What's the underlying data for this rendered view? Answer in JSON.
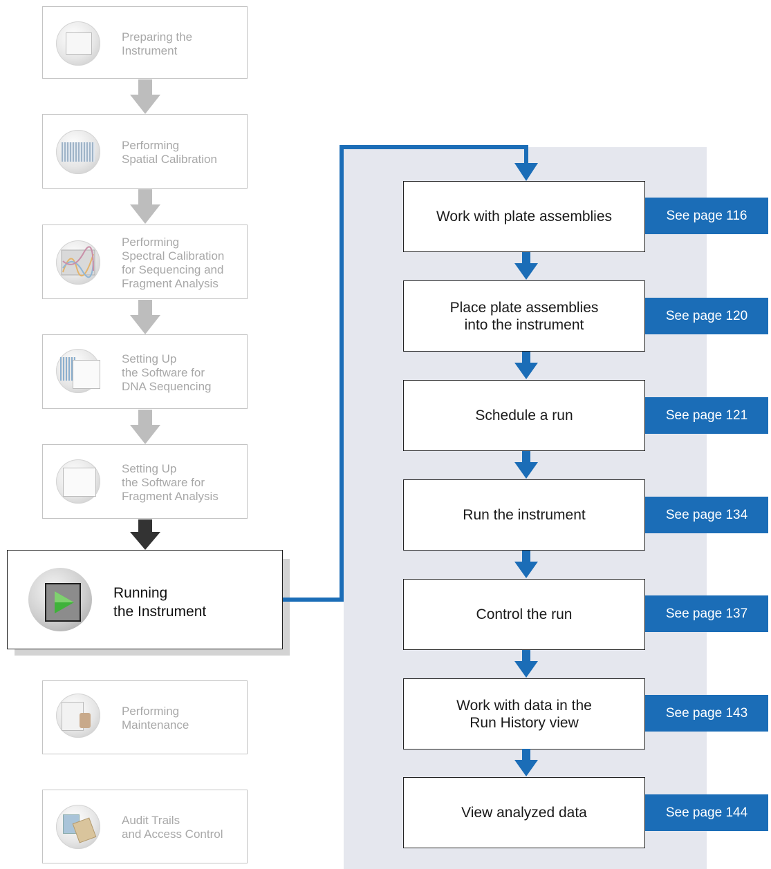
{
  "workflow": {
    "stages": [
      {
        "lines": [
          "Preparing the",
          "Instrument"
        ],
        "icon": "instrument-icon"
      },
      {
        "lines": [
          "Performing",
          "Spatial Calibration"
        ],
        "icon": "spatial-calibration-icon"
      },
      {
        "lines": [
          "Performing",
          "Spectral Calibration",
          "for Sequencing and",
          "Fragment Analysis"
        ],
        "icon": "spectral-calibration-icon"
      },
      {
        "lines": [
          "Setting Up",
          "the Software for",
          "DNA Sequencing"
        ],
        "icon": "software-window-icon"
      },
      {
        "lines": [
          "Setting Up",
          "the Software for",
          "Fragment Analysis"
        ],
        "icon": "software-window-icon"
      },
      {
        "lines": [
          "Performing",
          "Maintenance"
        ],
        "icon": "maintenance-icon"
      },
      {
        "lines": [
          "Audit Trails",
          "and Access Control"
        ],
        "icon": "audit-trails-icon"
      }
    ],
    "active": {
      "lines": [
        "Running",
        "the Instrument"
      ],
      "icon": "play-icon"
    }
  },
  "steps": [
    {
      "lines": [
        "Work with plate assemblies"
      ],
      "ref": "See page 116"
    },
    {
      "lines": [
        "Place plate assemblies",
        "into the instrument"
      ],
      "ref": "See page 120"
    },
    {
      "lines": [
        "Schedule a run"
      ],
      "ref": "See page 121"
    },
    {
      "lines": [
        "Run the instrument"
      ],
      "ref": "See page 134"
    },
    {
      "lines": [
        "Control the run"
      ],
      "ref": "See page 137"
    },
    {
      "lines": [
        "Work with data in the",
        "Run History view"
      ],
      "ref": "See page 143"
    },
    {
      "lines": [
        "View analyzed data"
      ],
      "ref": "See page 144"
    }
  ],
  "colors": {
    "accent_blue": "#1b6db7",
    "panel": "#e5e7ee",
    "inactive_text": "#a8a8a8",
    "gray_arrow": "#bdbdbd",
    "dark_arrow": "#333333"
  }
}
